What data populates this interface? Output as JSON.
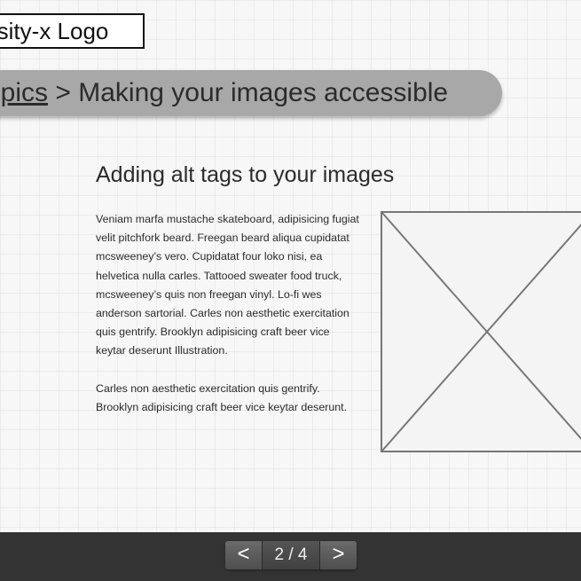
{
  "logo": {
    "text": "rsity-x Logo"
  },
  "breadcrumb": {
    "link_text": "opics",
    "separator": " > ",
    "current": "Making your images accessible"
  },
  "content": {
    "title": "Adding alt tags to your images",
    "paragraphs": [
      "Veniam marfa mustache skateboard, adipisicing fugiat velit pitchfork beard. Freegan beard aliqua cupidatat mcsweeney’s vero. Cupidatat four loko nisi, ea helvetica nulla carles. Tattooed sweater food truck, mcsweeney’s quis non freegan vinyl. Lo-fi wes anderson sartorial. Carles non aesthetic exercitation quis gentrify. Brooklyn adipisicing craft beer vice keytar deserunt  Illustration.",
      "Carles non aesthetic exercitation quis gentrify. Brooklyn adipisicing craft beer vice keytar deserunt."
    ]
  },
  "pager": {
    "prev_label": "<",
    "count": "2 / 4",
    "next_label": ">"
  },
  "colors": {
    "footer": "#333333",
    "breadcrumb_bar": "#a8a8a8",
    "text": "#2b2b2b"
  }
}
